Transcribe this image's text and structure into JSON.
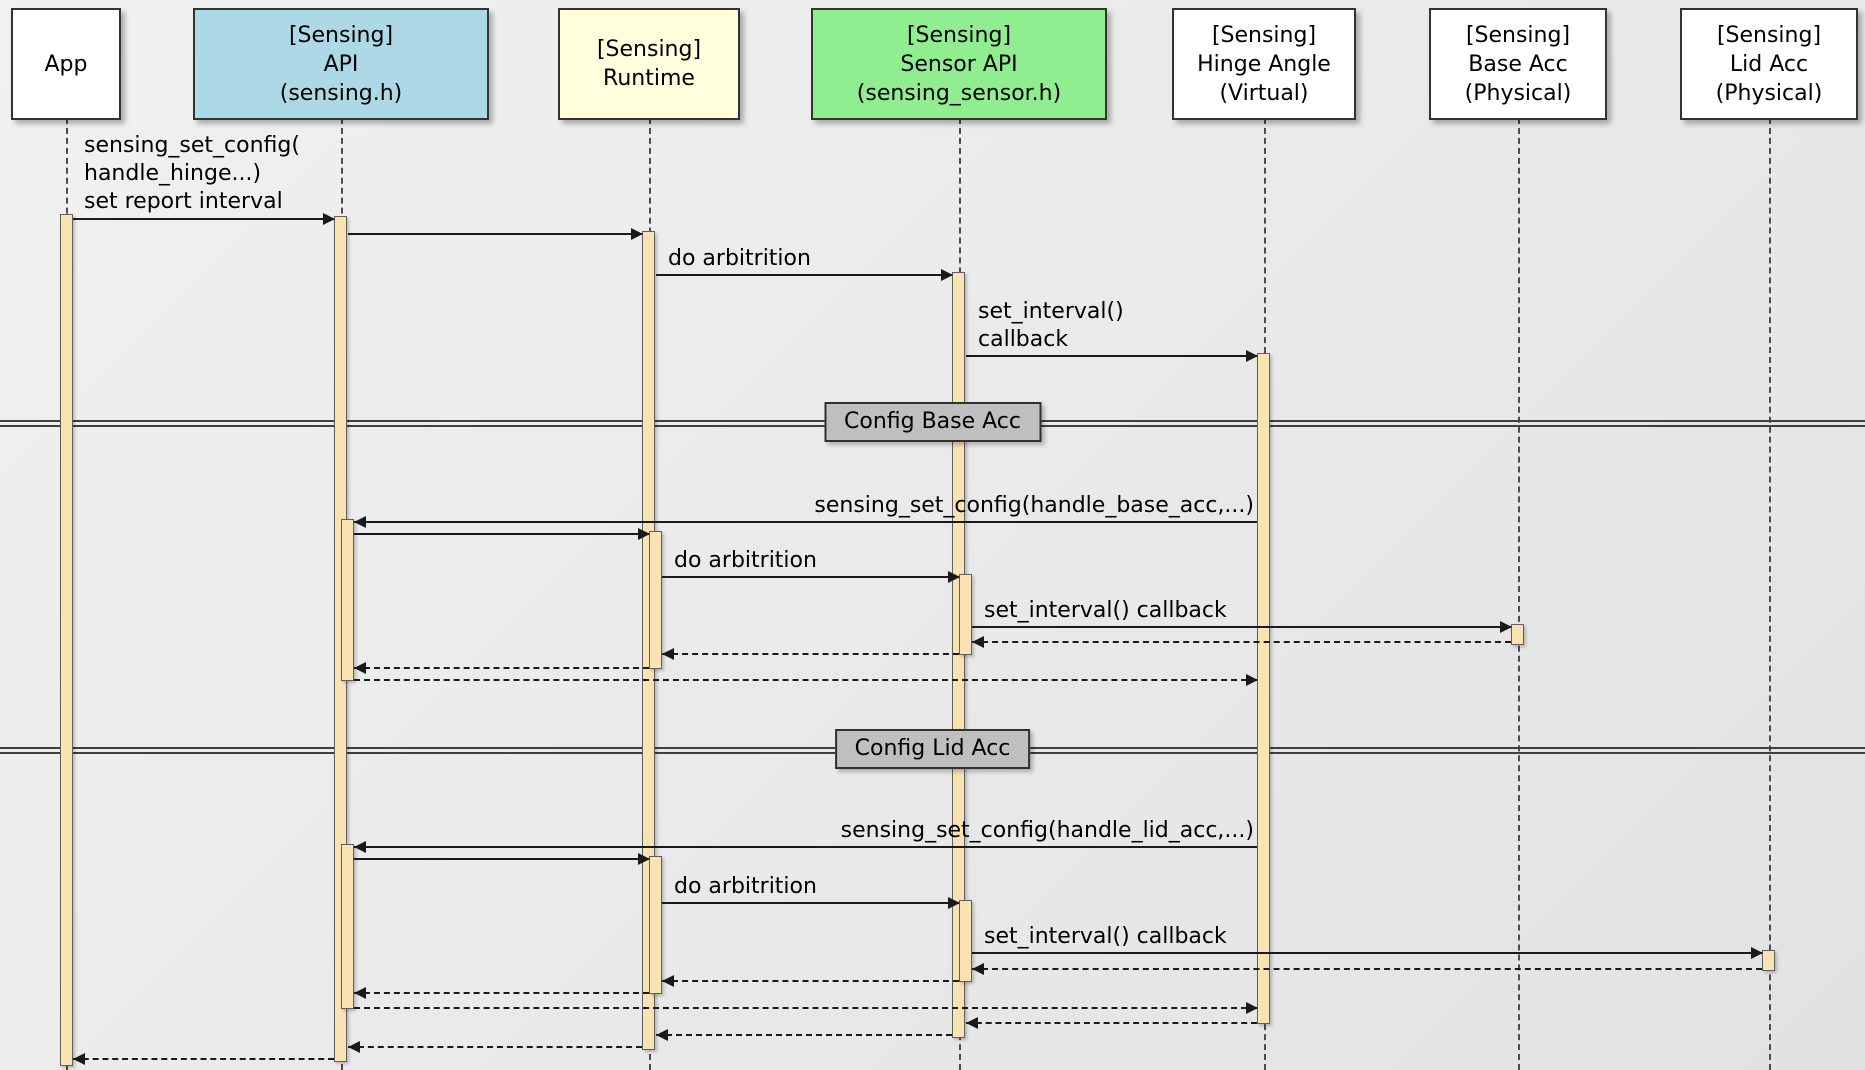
{
  "participants": {
    "app": "App",
    "api": "[Sensing]\nAPI\n(sensing.h)",
    "runtime": "[Sensing]\nRuntime",
    "sensor_api": "[Sensing]\nSensor API\n(sensing_sensor.h)",
    "hinge_angle": "[Sensing]\nHinge Angle\n(Virtual)",
    "base_acc": "[Sensing]\nBase Acc\n(Physical)",
    "lid_acc": "[Sensing]\nLid Acc\n(Physical)"
  },
  "messages": {
    "set_config_hinge": "sensing_set_config(\nhandle_hinge...)\nset report interval",
    "do_arbitrition": "do arbitrition",
    "set_interval_callback_wrapped": "set_interval()\ncallback",
    "set_config_base_acc": "sensing_set_config(handle_base_acc,...)",
    "set_interval_callback": "set_interval() callback",
    "set_config_lid_acc": "sensing_set_config(handle_lid_acc,...)"
  },
  "dividers": {
    "config_base_acc": "Config Base Acc",
    "config_lid_acc": "Config Lid Acc"
  },
  "colors": {
    "api_box": "#ADD8E6",
    "runtime_box": "#FFFFDE",
    "sensor_api_box": "#90EE90",
    "plain_box": "#FFFFFF",
    "activation": "#FAE3B3",
    "divider_label_bg": "#BFBFBF",
    "background": "#EAEAEA"
  }
}
